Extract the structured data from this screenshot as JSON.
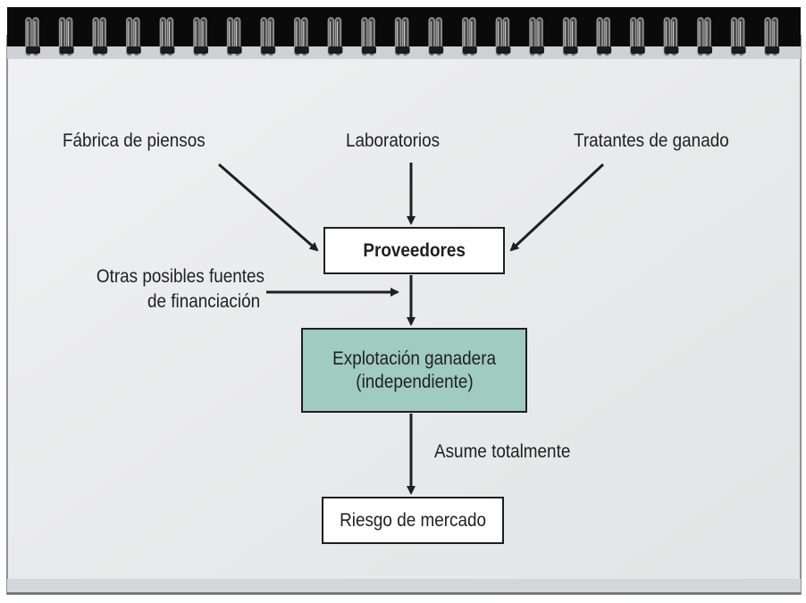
{
  "diagram": {
    "sources": {
      "left": "Fábrica de piensos",
      "center": "Laboratorios",
      "right": "Tratantes de ganado"
    },
    "suppliers_box": "Proveedores",
    "other_funding": {
      "line1": "Otras posibles fuentes",
      "line2": "de financiación"
    },
    "farm_box": {
      "line1": "Explotación ganadera",
      "line2": "(independiente)"
    },
    "edge_label": "Asume totalmente",
    "risk_box": "Riesgo de mercado"
  },
  "colors": {
    "page_background": "#e8e9ea",
    "binding_strip": "#0a0a0a",
    "farm_box_fill": "#9fcbc1",
    "stroke": "#1f1f1f"
  }
}
